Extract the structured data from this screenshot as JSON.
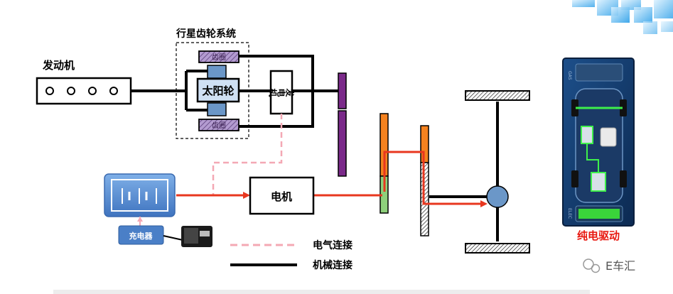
{
  "labels": {
    "engine": "发动机",
    "planetary_system": "行星齿轮系统",
    "sun_gear": "太阳轮",
    "generator": "发电机",
    "ring_gear_top": "齿圈",
    "ring_gear_bottom": "齿圈",
    "motor": "电机",
    "charger": "充电器",
    "mode": "纯电驱动",
    "dash_gas": "GAS",
    "dash_elec": "ELEC"
  },
  "legend": {
    "electrical": "电气连接",
    "mechanical": "机械连接"
  },
  "watermark": "E车汇",
  "colors": {
    "mechanical_line": "#000000",
    "electrical_line": "#f4a8b4",
    "power_flow": "#e8371f",
    "gear_purple": "#7b2a8a",
    "gear_orange": "#f5821f",
    "gear_green": "#8ed07b",
    "battery_blue": "#5b8fd3",
    "planet_blue": "#6b97c8",
    "ring_hatch": "#a98cc4",
    "mode_text": "#e8170f"
  }
}
